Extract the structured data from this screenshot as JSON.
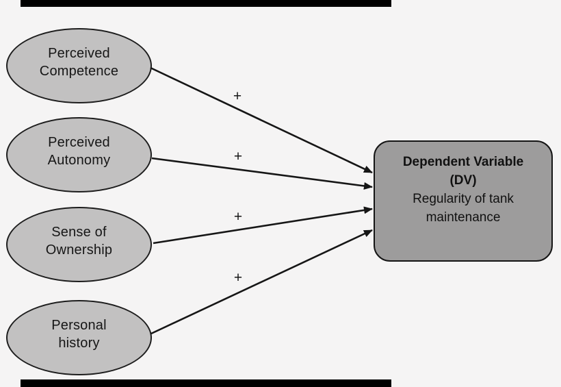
{
  "diagram": {
    "colors": {
      "background": "#f5f4f4",
      "node_fill": "#c2c1c1",
      "dv_fill": "#9d9c9c",
      "line_color": "#161616",
      "crop_bar": "#000000"
    },
    "nodes": [
      {
        "id": "perceived-competence",
        "line1": "Perceived",
        "line2": "Competence"
      },
      {
        "id": "perceived-autonomy",
        "line1": "Perceived",
        "line2": "Autonomy"
      },
      {
        "id": "sense-of-ownership",
        "line1": "Sense of",
        "line2": "Ownership"
      },
      {
        "id": "personal-history",
        "line1": "Personal",
        "line2": "history"
      }
    ],
    "dependent_variable": {
      "title": "Dependent Variable",
      "abbrev": "(DV)",
      "desc_line1": "Regularity of tank",
      "desc_line2": "maintenance"
    },
    "arrows": [
      {
        "from": "perceived-competence",
        "to": "dependent-variable",
        "sign": "+"
      },
      {
        "from": "perceived-autonomy",
        "to": "dependent-variable",
        "sign": "+"
      },
      {
        "from": "sense-of-ownership",
        "to": "dependent-variable",
        "sign": "+"
      },
      {
        "from": "personal-history",
        "to": "dependent-variable",
        "sign": "+"
      }
    ]
  }
}
